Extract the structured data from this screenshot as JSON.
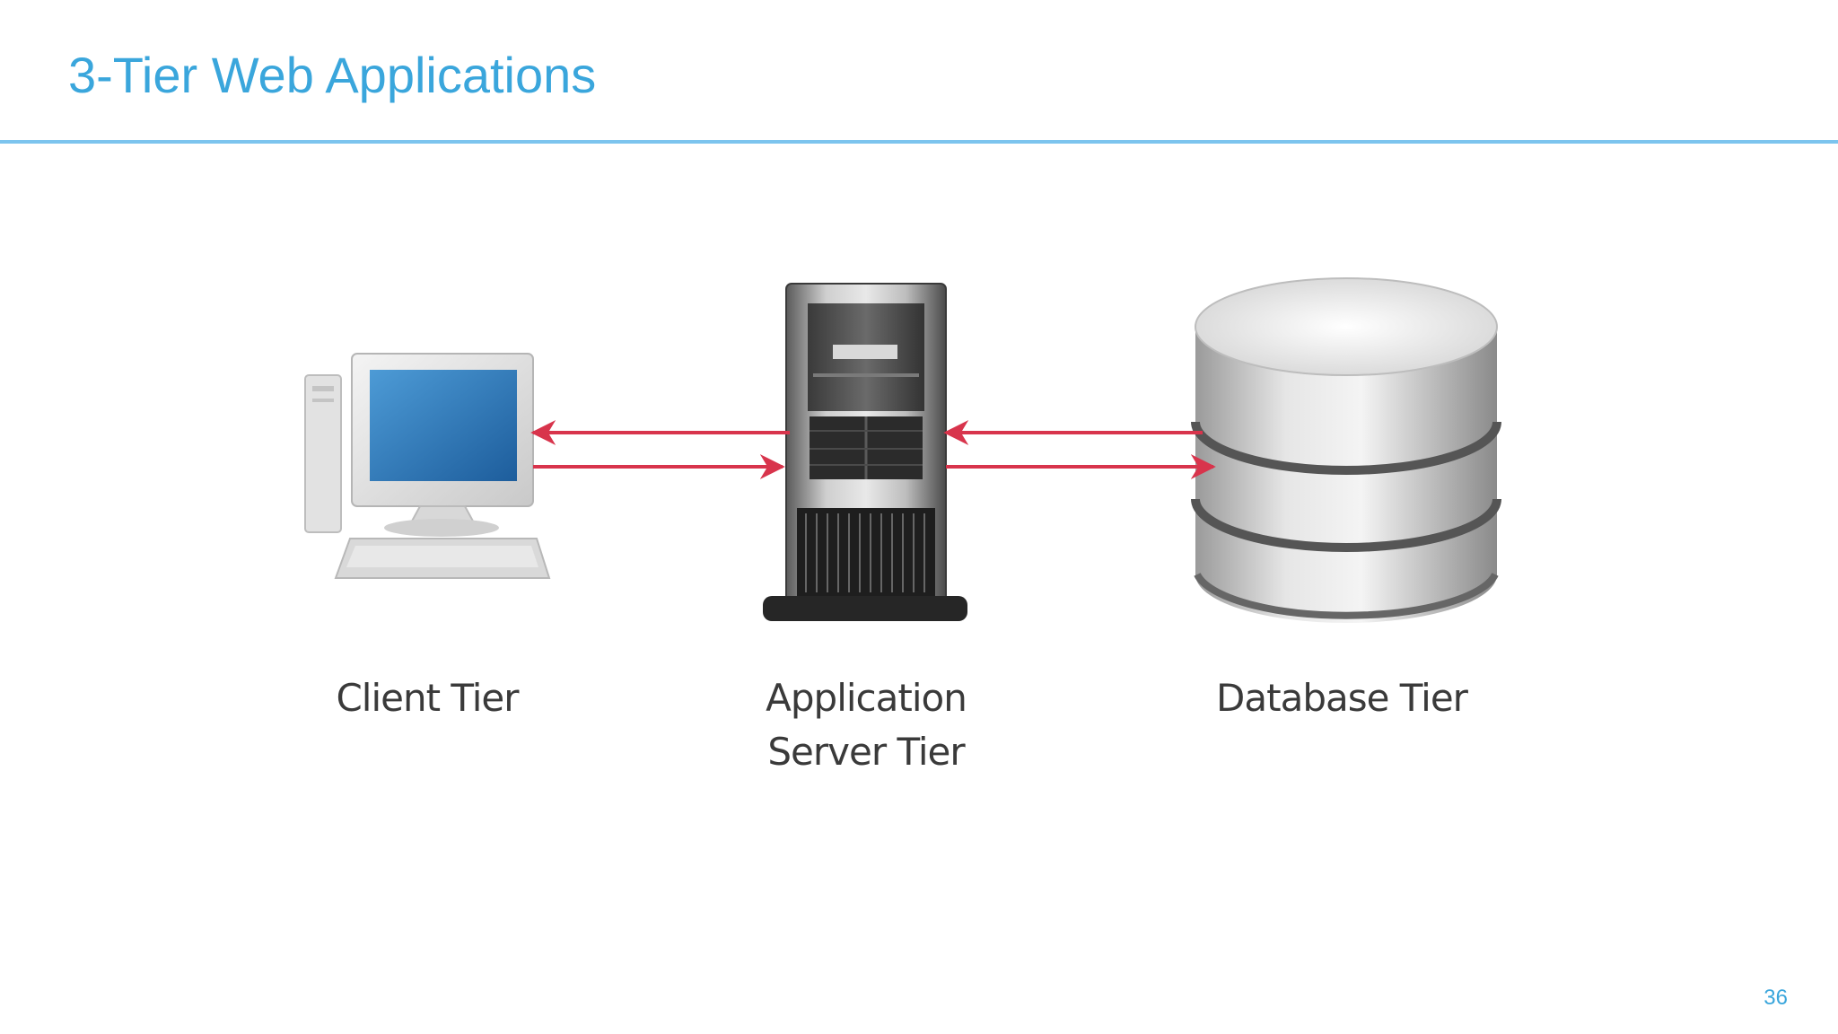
{
  "slide": {
    "title": "3-Tier Web Applications",
    "page_number": "36"
  },
  "diagram": {
    "tiers": [
      {
        "id": "client",
        "label": "Client Tier",
        "icon": "desktop-computer-icon"
      },
      {
        "id": "app",
        "label_line1": "Application",
        "label_line2": "Server Tier",
        "icon": "server-tower-icon"
      },
      {
        "id": "db",
        "label": "Database Tier",
        "icon": "database-cylinder-icon"
      }
    ],
    "arrows": [
      {
        "from": "app",
        "to": "client"
      },
      {
        "from": "client",
        "to": "app"
      },
      {
        "from": "db",
        "to": "app"
      },
      {
        "from": "app",
        "to": "db"
      }
    ]
  },
  "colors": {
    "title": "#3aa6dc",
    "rule": "#7cc4ee",
    "arrow": "#d8344c",
    "label": "#3a3a3a"
  }
}
